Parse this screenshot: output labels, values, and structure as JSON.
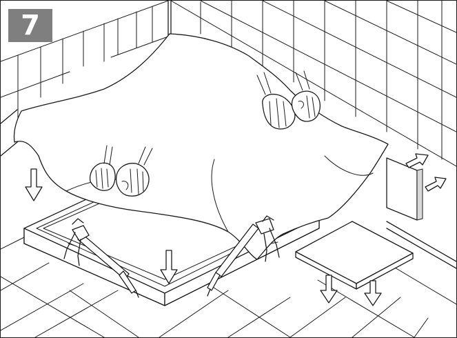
{
  "step": {
    "number": "7",
    "badge_color": "#7f7f7f"
  },
  "line_color": "#1a1a1a",
  "icons": [
    "wall-tiles",
    "floor-tiles",
    "protective-sheet",
    "hands-left",
    "hands-right",
    "shower-tray",
    "sealant-gun-left",
    "sealant-gun-right",
    "weight-board",
    "tile-panel",
    "down-arrow",
    "outward-arrow"
  ]
}
